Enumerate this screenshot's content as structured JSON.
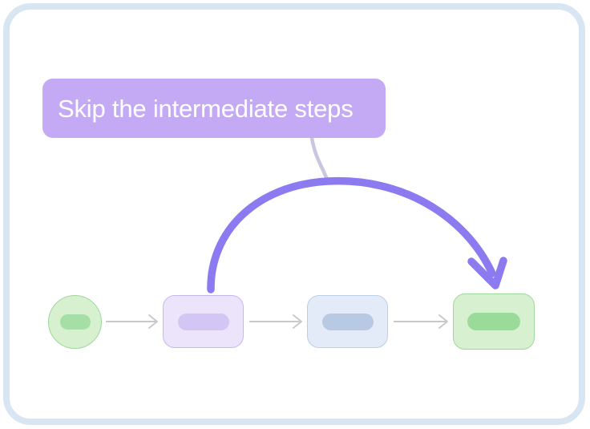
{
  "figure": {
    "title": "Skip the intermediate steps",
    "frame": {
      "border_color": "#d7e6f2",
      "background_color": "#ffffff",
      "corner_radius": "34px"
    }
  },
  "callout": {
    "label": "Skip the intermediate steps",
    "background_color": "#c4aaf5",
    "text_color": "#ffffff",
    "leader_line_color": "#c9c6e0"
  },
  "skip_arrow": {
    "name": "skip-arrow",
    "color": "#8b7af0",
    "stroke_width": 9,
    "from_node": "node-2",
    "to_node": "node-4",
    "direction": "left-to-right-arc"
  },
  "flow": {
    "connector_color": "#c9c9c9",
    "nodes": [
      {
        "id": "node-1",
        "name": "start-node",
        "shape": "ellipse",
        "fill": "#d7f0d0",
        "border": "#9fd79b",
        "pill_fill": "#a5dfa5",
        "label": ""
      },
      {
        "id": "node-2",
        "name": "step-node-purple",
        "shape": "rounded-rect",
        "fill": "#ece4fb",
        "border": "#c8b7ee",
        "pill_fill": "#d4c6f4",
        "label": ""
      },
      {
        "id": "node-3",
        "name": "step-node-blue",
        "shape": "rounded-rect",
        "fill": "#e3ebf8",
        "border": "#bccde8",
        "pill_fill": "#b8c9e3",
        "label": ""
      },
      {
        "id": "node-4",
        "name": "end-node",
        "shape": "rounded-rect",
        "fill": "#d7f0d0",
        "border": "#9fd79b",
        "pill_fill": "#9bdb99",
        "label": ""
      }
    ],
    "connectors": [
      {
        "name": "connector-1-to-2",
        "from": "node-1",
        "to": "node-2"
      },
      {
        "name": "connector-2-to-3",
        "from": "node-2",
        "to": "node-3"
      },
      {
        "name": "connector-3-to-4",
        "from": "node-3",
        "to": "node-4"
      }
    ]
  }
}
